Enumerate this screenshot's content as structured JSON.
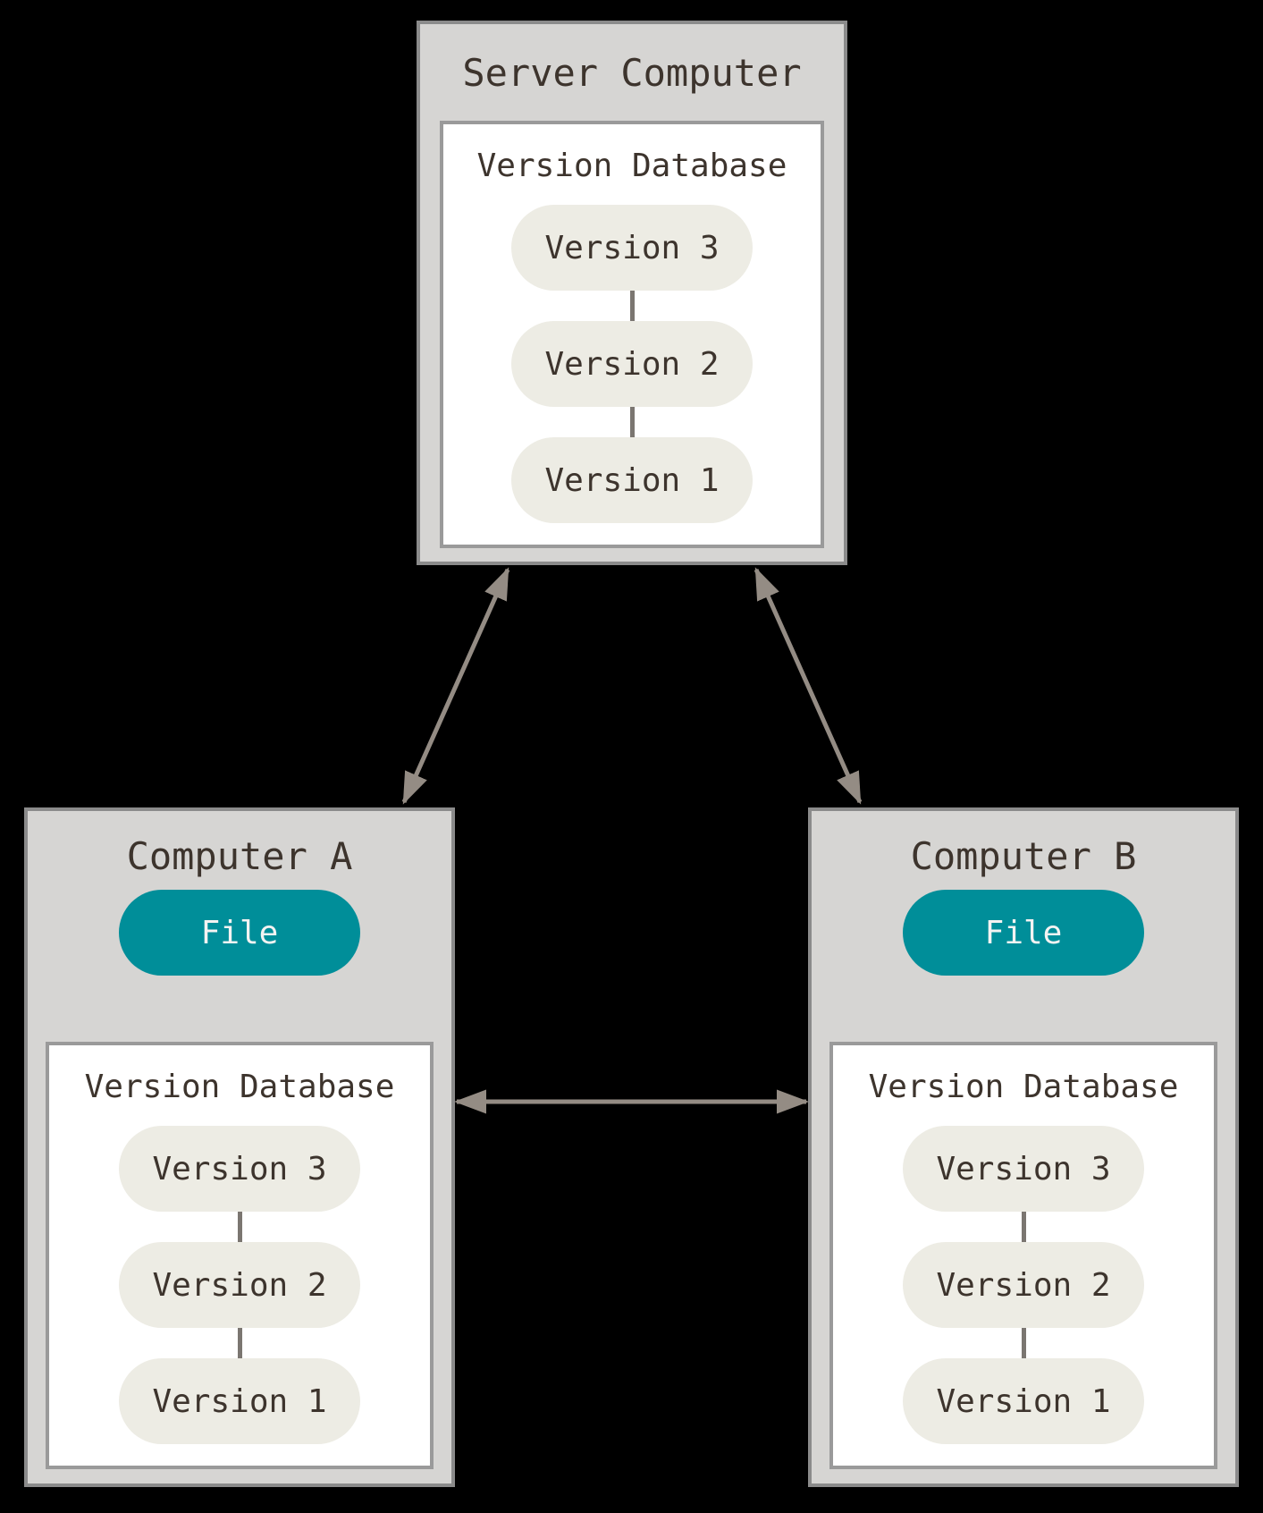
{
  "diagram": {
    "server": {
      "title": "Server Computer",
      "db_label": "Version Database",
      "versions": [
        "Version 3",
        "Version 2",
        "Version 1"
      ]
    },
    "computer_a": {
      "title": "Computer A",
      "file_label": "File",
      "db_label": "Version Database",
      "versions": [
        "Version 3",
        "Version 2",
        "Version 1"
      ]
    },
    "computer_b": {
      "title": "Computer B",
      "file_label": "File",
      "db_label": "Version Database",
      "versions": [
        "Version 3",
        "Version 2",
        "Version 1"
      ]
    }
  },
  "colors": {
    "background": "#000000",
    "box_fill": "#D6D5D3",
    "box_border": "#8B8B8B",
    "db_fill": "#FFFFFF",
    "db_border": "#9A9A9A",
    "pill_fill": "#EDECE4",
    "accent_teal": "#008E99",
    "file_text": "#F4F3F2",
    "text": "#3D342D",
    "arrow": "#948C84",
    "connector": "#7B7671"
  }
}
